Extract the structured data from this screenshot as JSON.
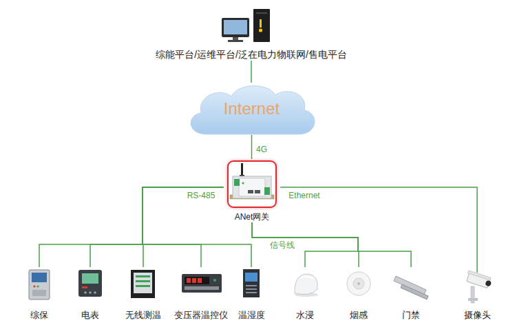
{
  "diagram": {
    "nodes": [
      {
        "text": [
          "综能平台/运维平台/泛在电力物联网/售电平台"
        ]
      },
      {
        "text": [
          "Internet"
        ]
      },
      {
        "text": [
          "ANet网关"
        ]
      },
      {
        "text": [
          "综保"
        ]
      },
      {
        "text": [
          "电表"
        ]
      },
      {
        "text": [
          "无线测温"
        ]
      },
      {
        "text": [
          "变压器温控仪"
        ]
      },
      {
        "text": [
          "温湿度"
        ]
      },
      {
        "text": [
          "水浸"
        ]
      },
      {
        "text": [
          "烟感"
        ]
      },
      {
        "text": [
          "门禁"
        ]
      },
      {
        "text": [
          "摄像头"
        ]
      }
    ],
    "edges": [
      {
        "from": 0,
        "to": 1,
        "arrow": "none"
      },
      {
        "from": 1,
        "to": 2,
        "label": "4G",
        "arrow": "none"
      },
      {
        "from": 2,
        "to": 3,
        "label": "RS-485",
        "arrow": "none"
      },
      {
        "from": 2,
        "to": 4,
        "arrow": "none"
      },
      {
        "from": 2,
        "to": 5,
        "arrow": "none"
      },
      {
        "from": 2,
        "to": 6,
        "arrow": "none"
      },
      {
        "from": 2,
        "to": 7,
        "arrow": "none"
      },
      {
        "from": 2,
        "to": 8,
        "label": "信号线",
        "arrow": "none"
      },
      {
        "from": 2,
        "to": 9,
        "arrow": "none"
      },
      {
        "from": 2,
        "to": 10,
        "arrow": "none"
      },
      {
        "from": 2,
        "to": 11,
        "label": "Ethernet",
        "arrow": "none"
      }
    ]
  }
}
